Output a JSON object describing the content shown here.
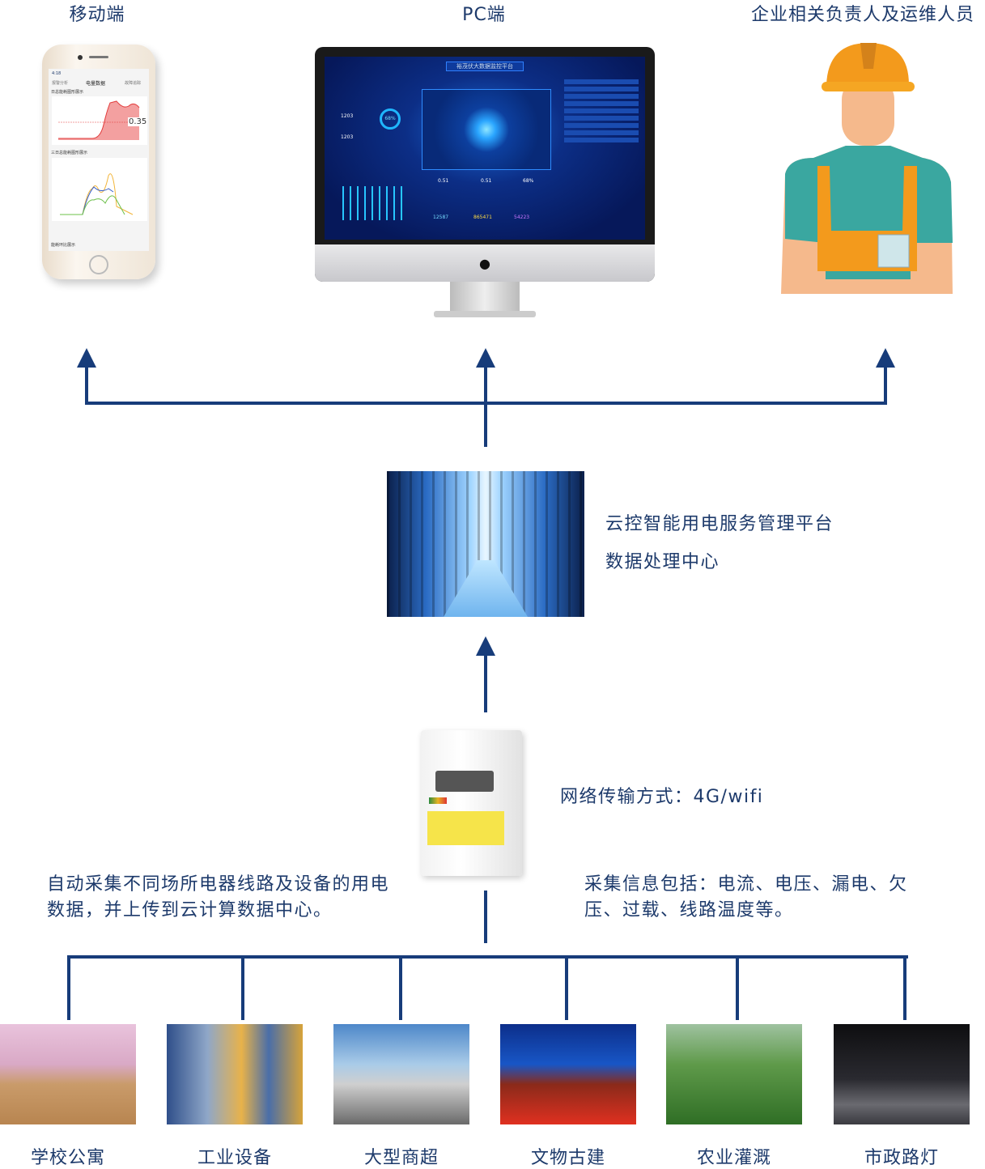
{
  "top_labels": {
    "mobile": "移动端",
    "pc": "PC端",
    "staff": "企业相关负责人及运维人员"
  },
  "mobile_screen": {
    "time": "4:18",
    "title": "电量数据",
    "tab_left": "报警分析",
    "tab_right": "故障追踪",
    "chart1_title": "日总能耗图形展示",
    "chart2_title": "三日总能耗图形展示",
    "chart3_title": "能耗环比展示",
    "ref_value": "0.35"
  },
  "pc_screen": {
    "title": "裕茂伏大数据监控平台",
    "ring_value": "68%",
    "stat1": "1203",
    "stat2": "1203",
    "gauge1": "0.51",
    "gauge2": "0.51",
    "gauge3": "68%",
    "num1": "12587",
    "num2": "865471",
    "num3": "54223"
  },
  "platform": {
    "line1": "云控智能用电服务管理平台",
    "line2": "数据处理中心"
  },
  "transmission": "网络传输方式：4G/wifi",
  "left_note": [
    "自动采集不同场所电器线路及设备的用电",
    "数据，并上传到云计算数据中心。"
  ],
  "right_note": [
    "采集信息包括：电流、电压、漏电、欠",
    "压、过载、线路温度等。"
  ],
  "scenarios": [
    "学校公寓",
    "工业设备",
    "大型商超",
    "文物古建",
    "农业灌溉",
    "市政路灯"
  ],
  "colors": {
    "line": "#173c7a",
    "text": "#1d3a6b"
  }
}
